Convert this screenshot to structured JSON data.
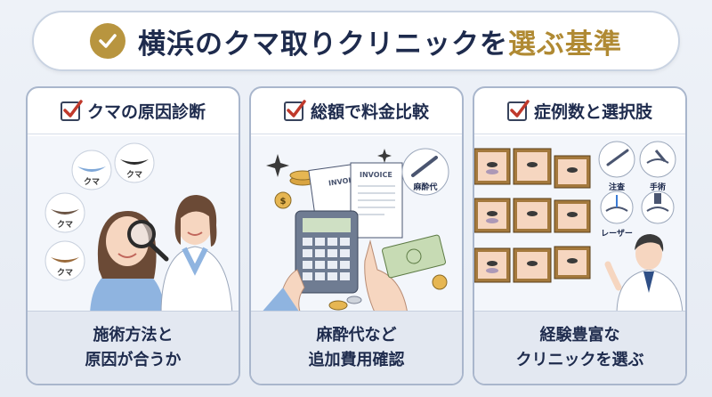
{
  "header": {
    "title_main": "横浜のクマ取りクリニックを",
    "title_accent": "選ぶ基準",
    "check_icon": "gold-check-circle-icon",
    "accent_color": "#b08a33"
  },
  "cards": [
    {
      "title": "クマの原因診断",
      "footer_lines": [
        "施術方法と",
        "原因が合うか"
      ],
      "labels": [
        "クマ",
        "クマ",
        "クマ",
        "クマ"
      ]
    },
    {
      "title": "総額で料金比較",
      "footer_lines": [
        "麻酔代など",
        "追加費用確認"
      ],
      "labels": [
        "INVOICE",
        "INVOICE",
        "麻酔代"
      ]
    },
    {
      "title": "症例数と選択肢",
      "footer_lines": [
        "経験豊富な",
        "クリニックを選ぶ"
      ],
      "labels": [
        "注査",
        "手術",
        "レーザー"
      ]
    }
  ]
}
